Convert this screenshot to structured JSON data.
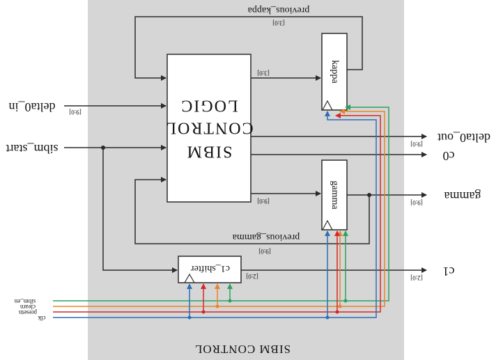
{
  "region_title": "SIBM CONTROL",
  "logic_block": {
    "line1": "LOGIC",
    "line2": "CONTROL",
    "line3": "SIBM"
  },
  "registers": {
    "kappa": "kappa",
    "gamma": "gamma",
    "shifter": "c1_shifter"
  },
  "inputs": {
    "delta_in": "delta0_in",
    "sibm_start": "sibm_start",
    "sibm_en": "sibm_en",
    "clearn": "clearn",
    "presetn": "presetn",
    "clk": "clk"
  },
  "outputs": {
    "delta_out": "delta0_out",
    "c0": "c0",
    "gamma": "gamma",
    "c1": "c1"
  },
  "feedback": {
    "kappa": "previous_kappa",
    "gamma": "previous_gamma"
  },
  "bus_widths": {
    "delta_in": "[9:0]",
    "kappa_fb": "[3:0]",
    "logic_to_kappa": "[3:0]",
    "delta_out": "[9:0]",
    "logic_to_gamma": "[9:0]",
    "gamma_out": "[9:0]",
    "gamma_fb": "[9:0]",
    "shifter_out_a": "[2:0]",
    "shifter_out_b": "[2:0]"
  },
  "colors": {
    "region_bg": "#d6d6d6",
    "line": "#2b2b2b",
    "sibm_en": "#2ca25f",
    "clearn": "#e8842c",
    "presetn": "#d62728",
    "clk": "#2c6fb5"
  }
}
